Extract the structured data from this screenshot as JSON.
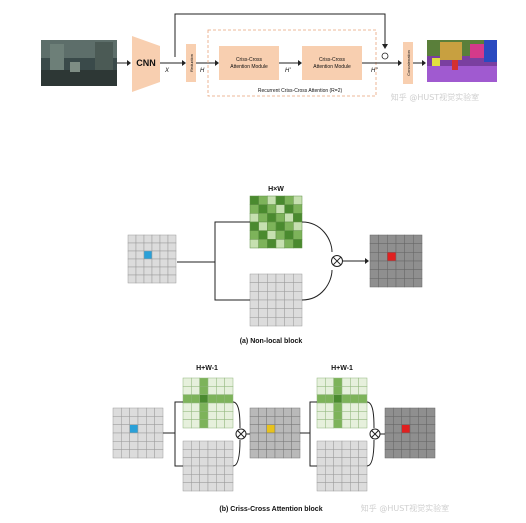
{
  "pipeline": {
    "cnn_label": "CNN",
    "reduction_label": "Reduction",
    "concat_label": "Concatenation",
    "x_label": "X",
    "h_label": "H",
    "hprime_label": "H'",
    "hdprime_label": "H''",
    "module1_line1": "Criss-Cross",
    "module1_line2": "Attention Module",
    "module2_line1": "Criss-Cross",
    "module2_line2": "Attention Module",
    "recurrent_caption": "Recurrent Criss-Cross Attention (R=2)",
    "watermark": "知乎 @HUST视觉实验室"
  },
  "nonlocal": {
    "attn_label": "H×W",
    "caption": "(a) Non-local block",
    "op_symbol": "⊗"
  },
  "crisscross": {
    "attn_label_1": "H+W-1",
    "attn_label_2": "H+W-1",
    "caption": "(b) Criss-Cross Attention block",
    "watermark": "知乎 @HUST视觉实验室",
    "op_symbol": "⊗"
  },
  "colors": {
    "cnn_fill": "#f8cfb0",
    "module_border": "#e8a37a",
    "arrow": "#222222",
    "grid_gray": "#dcdcdc",
    "grid_dark": "#8f8f8f",
    "green_dark": "#4a8a2f",
    "green_mid": "#7db35a",
    "green_light": "#c6e0b0",
    "cell_blue": "#2aa0d8",
    "cell_yellow": "#e8c21c",
    "cell_red": "#e02020"
  }
}
